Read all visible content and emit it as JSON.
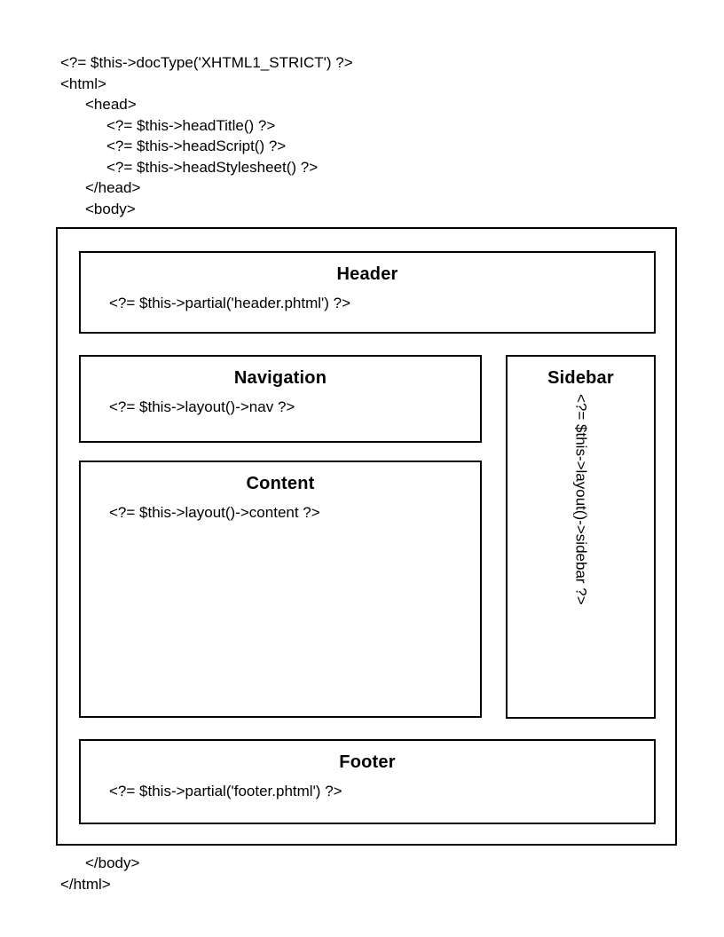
{
  "code_top": [
    "<?= $this->docType('XHTML1_STRICT') ?>",
    "<html>",
    "<head>",
    "<?= $this->headTitle() ?>",
    "<?= $this->headScript() ?>",
    "<?= $this->headStylesheet() ?>",
    "</head>",
    "<body>"
  ],
  "boxes": {
    "header": {
      "title": "Header",
      "code": "<?= $this->partial('header.phtml') ?>"
    },
    "navigation": {
      "title": "Navigation",
      "code": "<?= $this->layout()->nav ?>"
    },
    "sidebar": {
      "title": "Sidebar",
      "code": "<?= $this->layout()->sidebar ?>"
    },
    "content": {
      "title": "Content",
      "code": "<?= $this->layout()->content ?>"
    },
    "footer": {
      "title": "Footer",
      "code": "<?= $this->partial('footer.phtml') ?>"
    }
  },
  "code_bottom": [
    "</body>",
    "</html>"
  ]
}
